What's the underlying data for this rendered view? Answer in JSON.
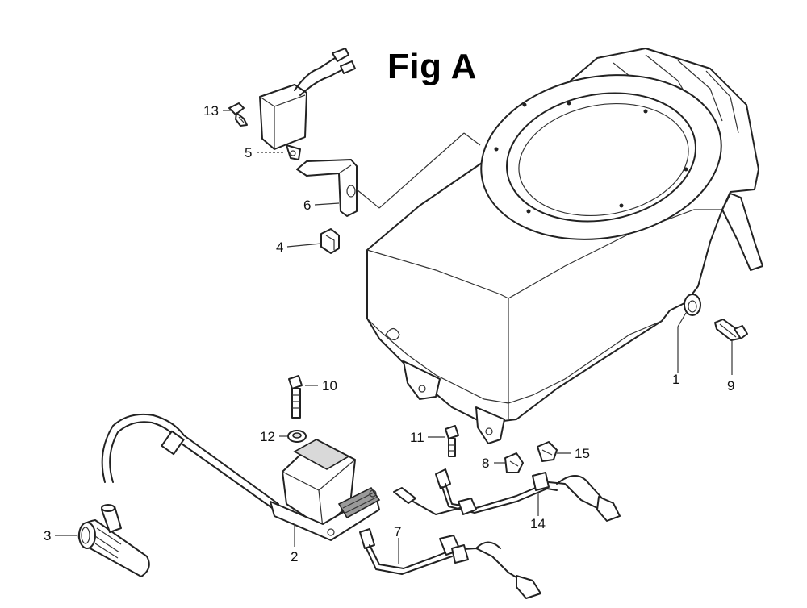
{
  "figure": {
    "title": "Fig A",
    "callouts": [
      {
        "id": "callout-1",
        "label": "1"
      },
      {
        "id": "callout-2",
        "label": "2"
      },
      {
        "id": "callout-3",
        "label": "3"
      },
      {
        "id": "callout-4",
        "label": "4"
      },
      {
        "id": "callout-5",
        "label": "5"
      },
      {
        "id": "callout-6",
        "label": "6"
      },
      {
        "id": "callout-7",
        "label": "7"
      },
      {
        "id": "callout-8",
        "label": "8"
      },
      {
        "id": "callout-9",
        "label": "9"
      },
      {
        "id": "callout-10",
        "label": "10"
      },
      {
        "id": "callout-11",
        "label": "11"
      },
      {
        "id": "callout-12",
        "label": "12"
      },
      {
        "id": "callout-13",
        "label": "13"
      },
      {
        "id": "callout-14",
        "label": "14"
      },
      {
        "id": "callout-15",
        "label": "15"
      }
    ]
  }
}
